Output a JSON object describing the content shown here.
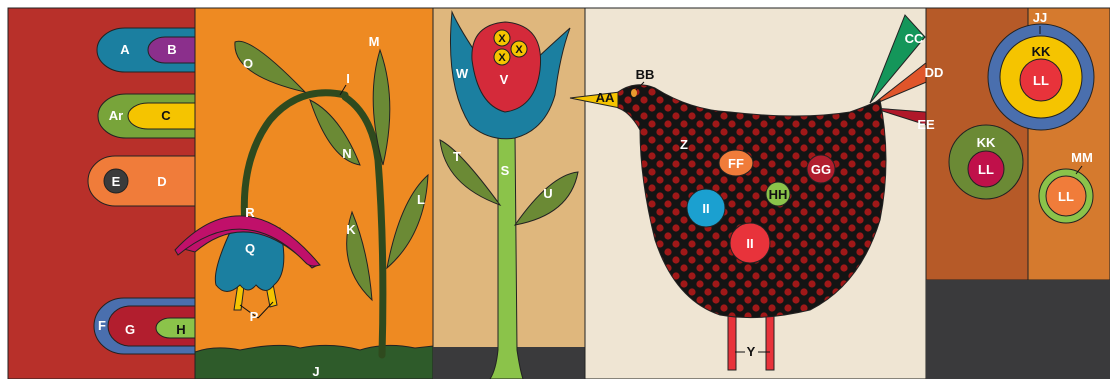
{
  "colors": {
    "red_panel": "#b8302a",
    "orange_panel": "#ee8a22",
    "tan_panel": "#dfb77d",
    "cream_panel": "#efe5d3",
    "rust_panel": "#b65a28",
    "dark_ground": "#3a3a3c",
    "green_ground": "#2e5b2a",
    "stem_dark": "#2f4a1e",
    "leaf_olive": "#6b8a35",
    "blue": "#1b7fa0",
    "purple": "#8b2f8c",
    "yellow": "#f5c400",
    "magenta": "#c0106a",
    "bird_body": "#141414",
    "bird_dots": "#a01818"
  },
  "labels": {
    "A": "A",
    "B": "B",
    "Ar": "Ar",
    "C": "C",
    "D": "D",
    "E": "E",
    "F": "F",
    "G": "G",
    "H": "H",
    "I": "I",
    "J": "J",
    "K": "K",
    "L": "L",
    "M": "M",
    "N": "N",
    "O": "O",
    "P": "P",
    "Q": "Q",
    "R": "R",
    "S": "S",
    "T": "T",
    "U": "U",
    "V": "V",
    "W": "W",
    "X": "X",
    "Y": "Y",
    "Z": "Z",
    "AA": "AA",
    "BB": "BB",
    "CC": "CC",
    "DD": "DD",
    "EE": "EE",
    "FF": "FF",
    "GG": "GG",
    "HH": "HH",
    "II": "II",
    "JJ": "JJ",
    "KK": "KK",
    "LL": "LL",
    "MM": "MM"
  }
}
